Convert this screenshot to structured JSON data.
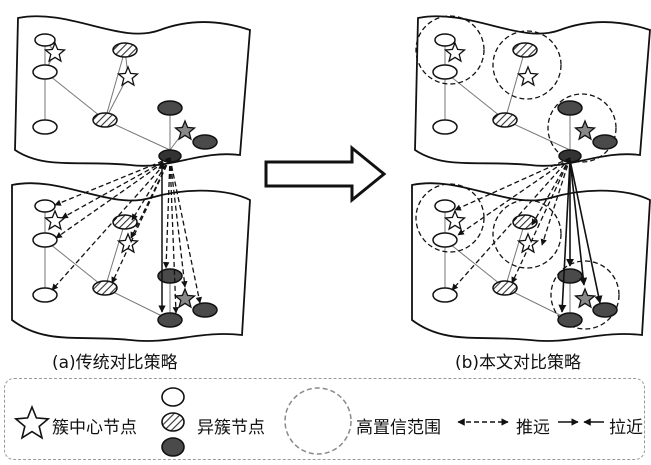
{
  "captions": {
    "traditional": "(a)传统对比策略",
    "ours": "(b)本文对比策略"
  },
  "legend": {
    "cluster_center": "簇中心节点",
    "diff_cluster": "异簇节点",
    "high_confidence": "高置信范围",
    "push": "推远",
    "pull": "拉近"
  },
  "colors": {
    "stroke": "#111111",
    "hatch": "#333333",
    "dark_node": "#4a4a4a",
    "dashed_gray": "#8a8a8a"
  },
  "icons": [
    "star-icon",
    "hollow-node-icon",
    "hatched-node-icon",
    "dark-node-icon",
    "right-arrow-icon"
  ]
}
